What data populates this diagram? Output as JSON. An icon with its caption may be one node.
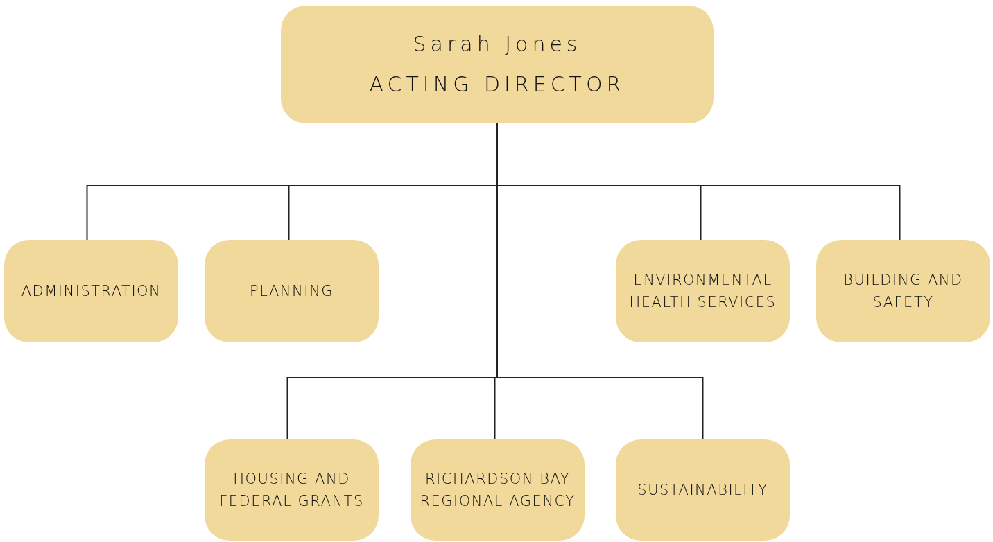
{
  "diagram": {
    "nodes": [
      {
        "text": [
          "Sarah Jones",
          "ACTING DIRECTOR"
        ]
      },
      {
        "text": [
          "ADMINISTRATION"
        ]
      },
      {
        "text": [
          "PLANNING"
        ]
      },
      {
        "text": [
          "ENVIRONMENTAL HEALTH SERVICES"
        ]
      },
      {
        "text": [
          "BUILDING AND SAFETY"
        ]
      },
      {
        "text": [
          "HOUSING AND FEDERAL GRANTS"
        ]
      },
      {
        "text": [
          "RICHARDSON BAY REGIONAL AGENCY"
        ]
      },
      {
        "text": [
          "SUSTAINABILITY"
        ]
      }
    ],
    "edges": [
      {
        "from": 0,
        "to": 1,
        "arrow": "none"
      },
      {
        "from": 0,
        "to": 2,
        "arrow": "none"
      },
      {
        "from": 0,
        "to": 3,
        "arrow": "none"
      },
      {
        "from": 0,
        "to": 4,
        "arrow": "none"
      },
      {
        "from": 0,
        "to": 5,
        "arrow": "none"
      },
      {
        "from": 0,
        "to": 6,
        "arrow": "none"
      },
      {
        "from": 0,
        "to": 7,
        "arrow": "none"
      }
    ]
  }
}
